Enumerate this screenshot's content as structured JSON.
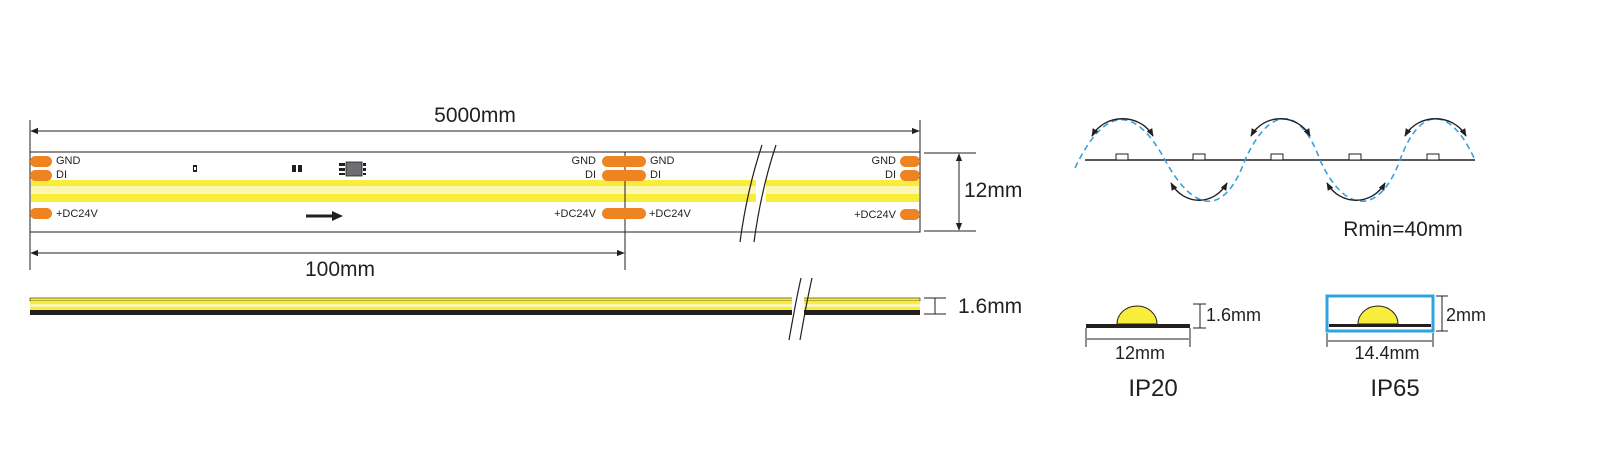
{
  "colors": {
    "light": "#f8ed3a",
    "light_soft": "#fbf6b0",
    "pad": "#ee8322",
    "wave": "#3aa0dc",
    "ip65_sleeve": "#2ea3df",
    "ink": "#231f20"
  },
  "strip_top": {
    "total_length": "5000mm",
    "cut_length": "100mm",
    "width": "12mm",
    "pads": {
      "gnd": "GND",
      "di": "DI",
      "power": "+DC24V"
    }
  },
  "strip_side": {
    "thickness": "1.6mm"
  },
  "bending": {
    "radius_label": "Rmin=40mm"
  },
  "profiles": {
    "ip20": {
      "name": "IP20",
      "width": "12mm",
      "height": "1.6mm"
    },
    "ip65": {
      "name": "IP65",
      "width": "14.4mm",
      "height": "2mm"
    }
  }
}
